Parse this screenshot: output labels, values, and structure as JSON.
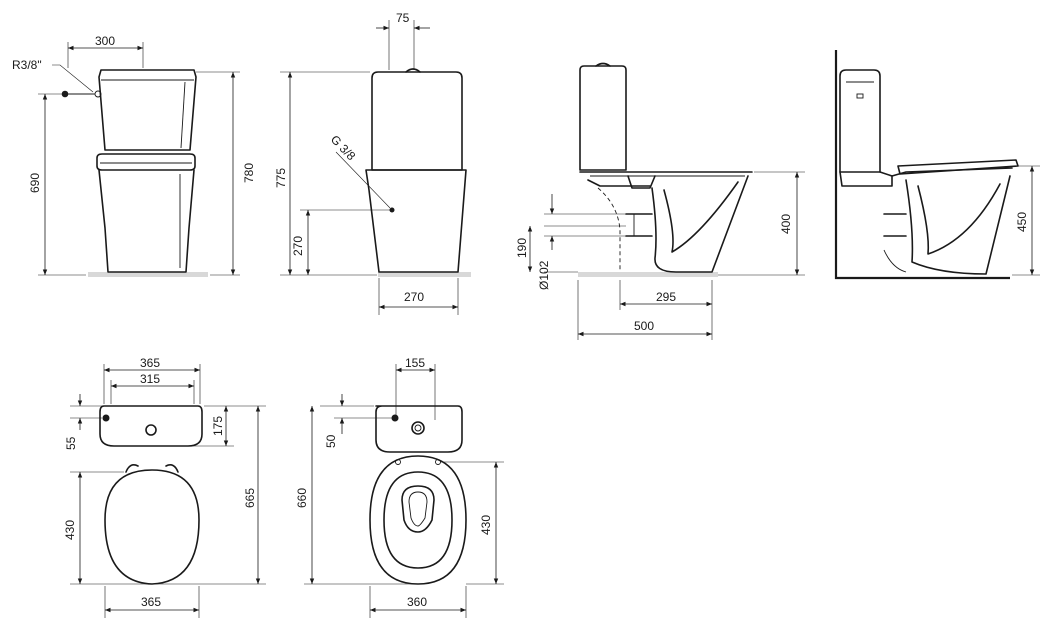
{
  "labels": {
    "r38": "R3/8\"",
    "w300": "300",
    "h690": "690",
    "h780": "780",
    "w75": "75",
    "h775": "775",
    "g38": "G 3/8",
    "h270": "270",
    "w270": "270",
    "h190": "190",
    "d102": "Ø102",
    "h400": "400",
    "w295": "295",
    "w500": "500",
    "h450": "450",
    "w365a": "365",
    "w315": "315",
    "h55": "55",
    "h175": "175",
    "h430a": "430",
    "h665": "665",
    "w365b": "365",
    "w155": "155",
    "h50": "50",
    "h660": "660",
    "h430b": "430",
    "w360": "360"
  }
}
